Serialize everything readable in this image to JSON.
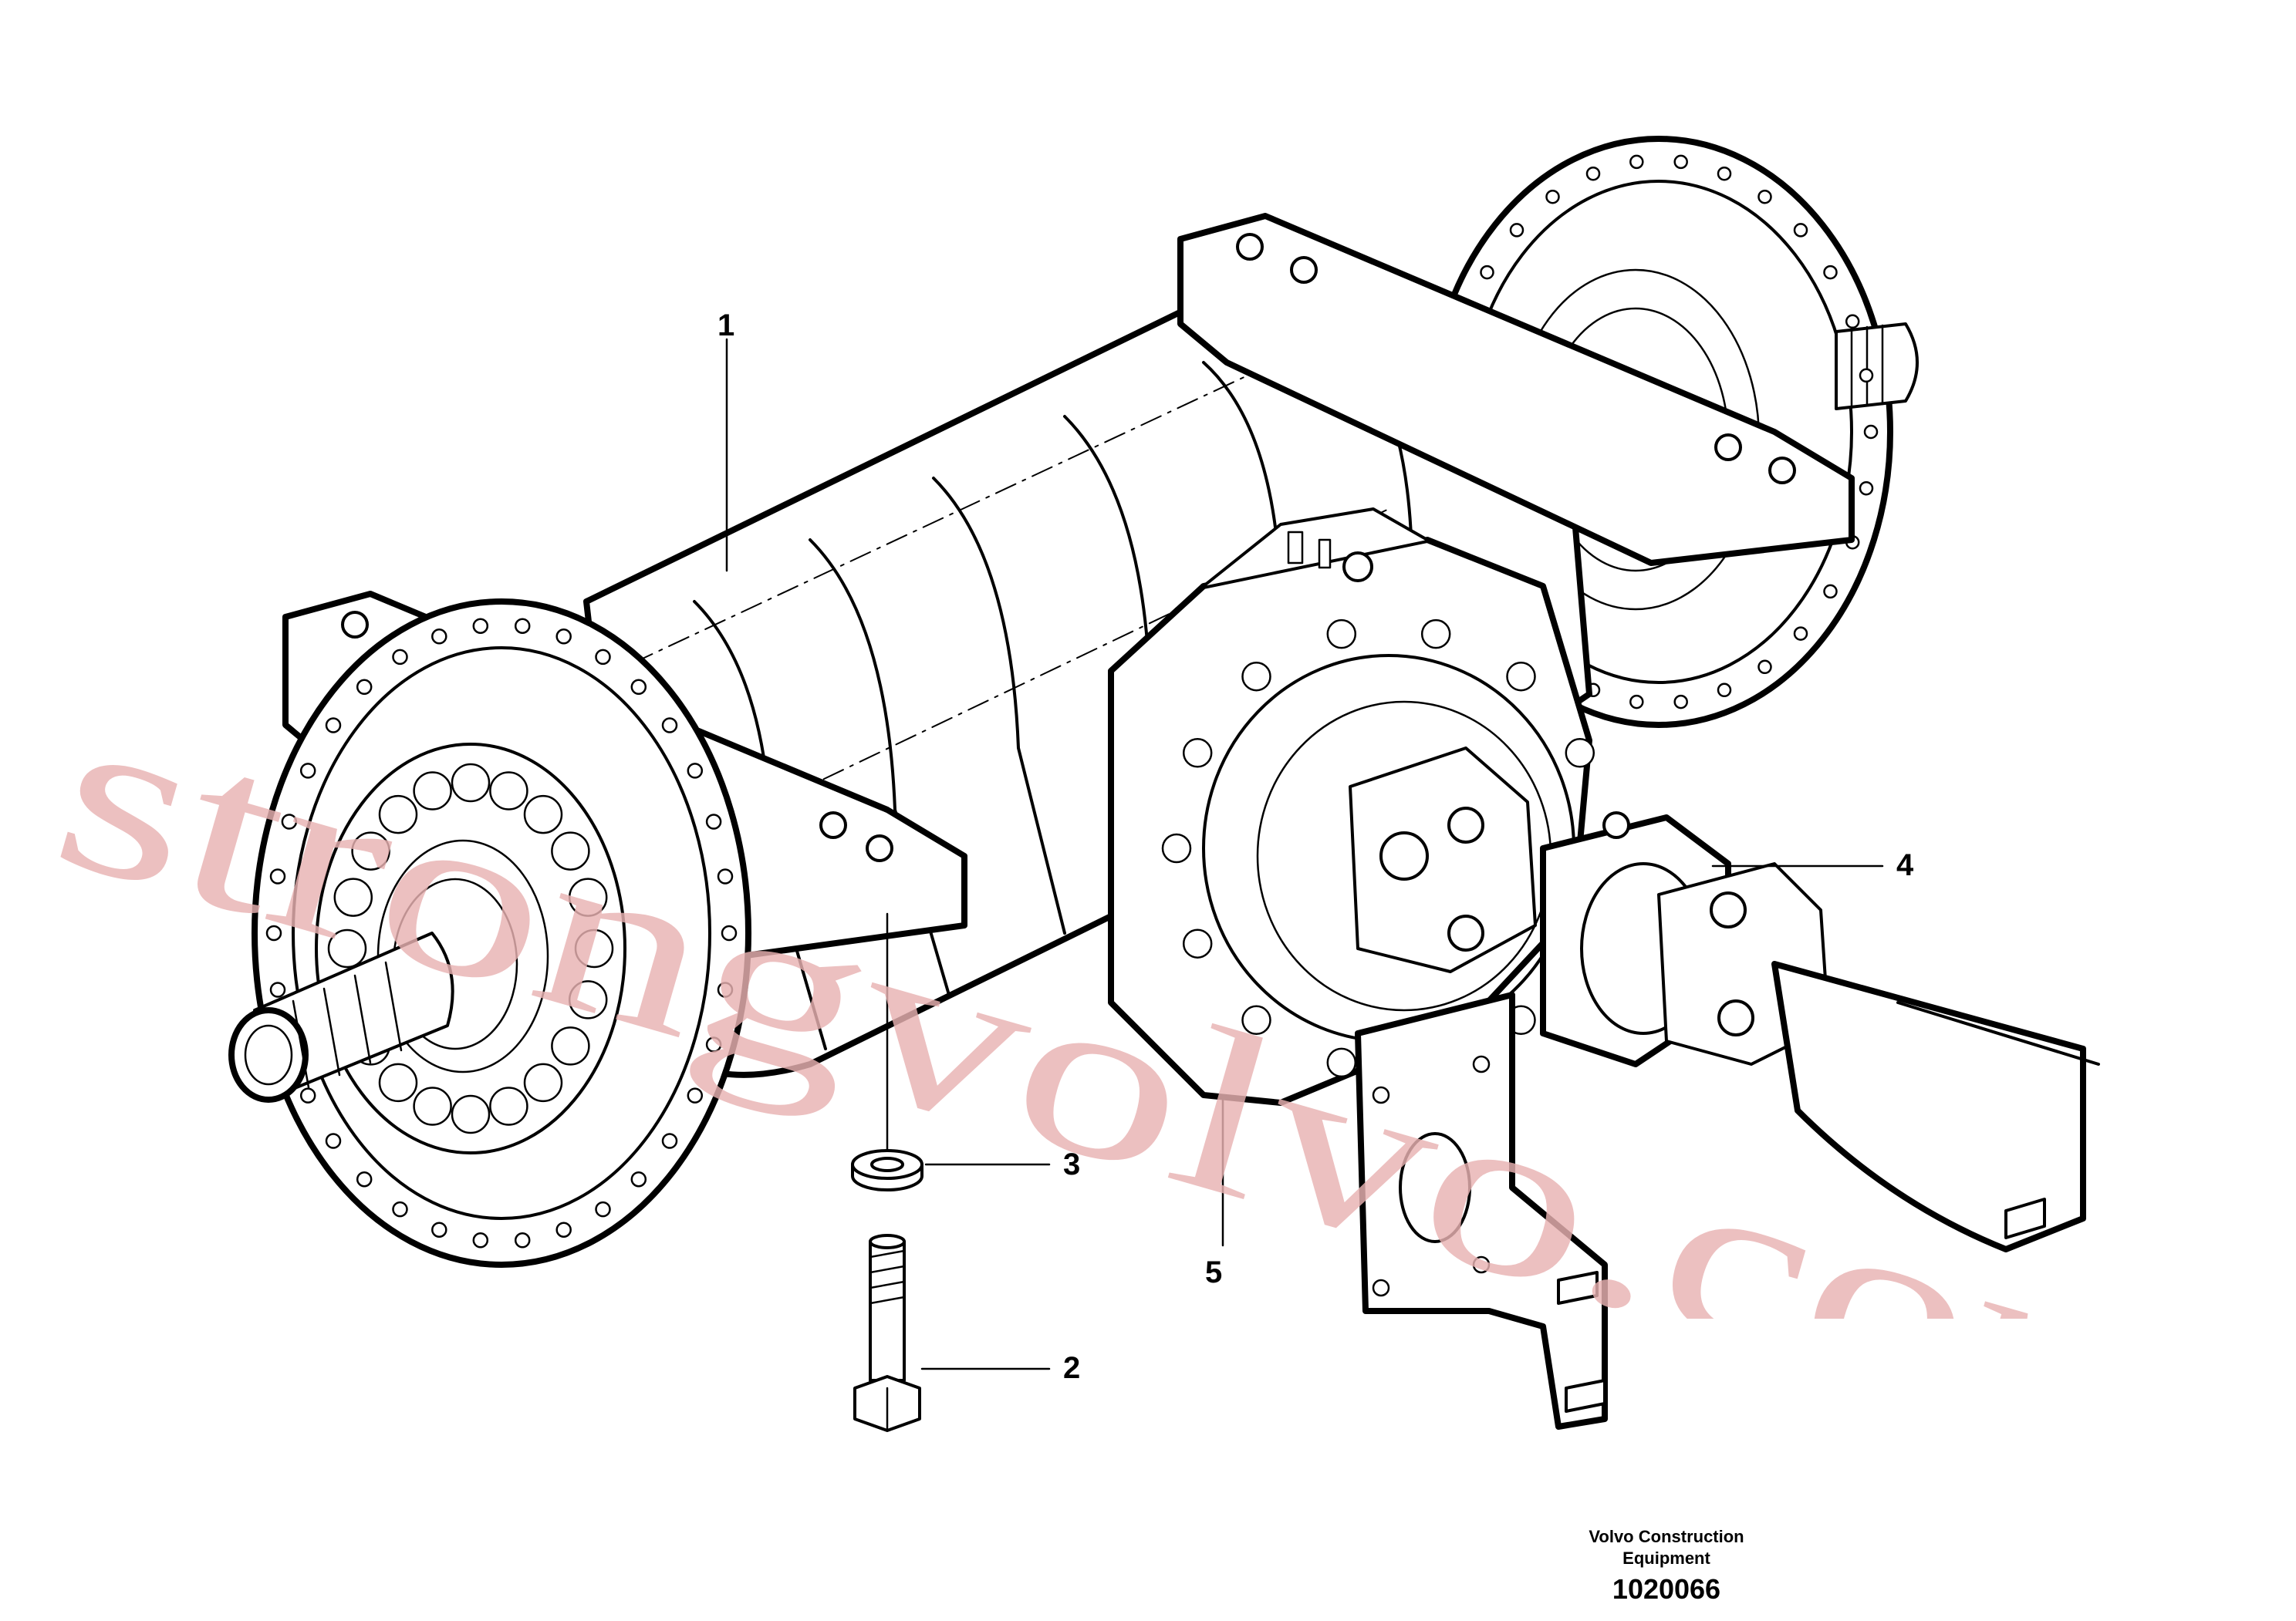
{
  "callouts": [
    {
      "number": "1"
    },
    {
      "number": "2"
    },
    {
      "number": "3"
    },
    {
      "number": "4"
    },
    {
      "number": "5"
    }
  ],
  "watermark": {
    "text": "strongvolvo.com",
    "color": "#e9b3b3"
  },
  "footer": {
    "line1": "Volvo Construction",
    "line2": "Equipment",
    "illustration_id": "1020066"
  }
}
